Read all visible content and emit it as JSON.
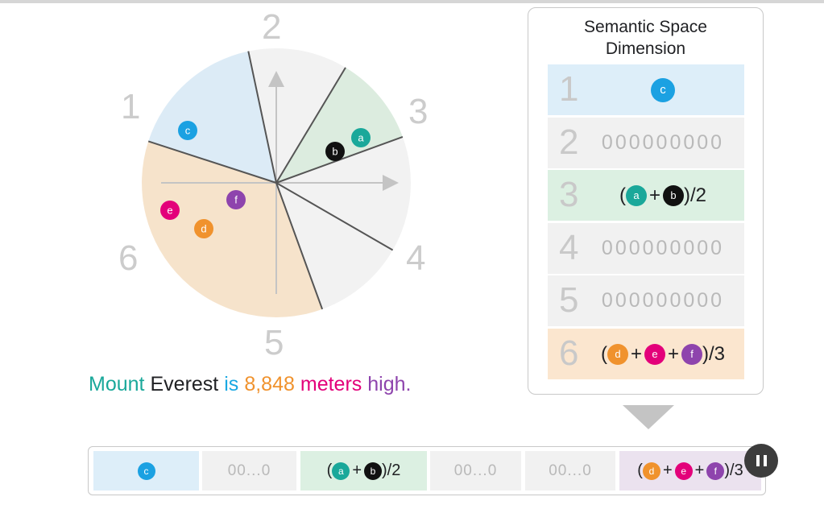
{
  "pie": {
    "sector_numbers": [
      "1",
      "2",
      "3",
      "4",
      "5",
      "6"
    ],
    "sector_colors": {
      "1": "#dcebf6",
      "2": "#f2f2f2",
      "3": "#dcecdf",
      "4": "#f2f2f2",
      "5": "#f2f2f2",
      "6": "#f6e3cb"
    },
    "dots": [
      {
        "label": "c",
        "color": "#1ba1e2"
      },
      {
        "label": "a",
        "color": "#1aa89a"
      },
      {
        "label": "b",
        "color": "#111111"
      },
      {
        "label": "f",
        "color": "#8e44ad"
      },
      {
        "label": "e",
        "color": "#e3007a"
      },
      {
        "label": "d",
        "color": "#f0922d"
      }
    ]
  },
  "sentence": {
    "mount": "Mount",
    "everest": "Everest",
    "is": "is",
    "number": "8,848",
    "meters": "meters",
    "high": "high."
  },
  "table": {
    "title": "Semantic Space\nDimension",
    "rows": [
      {
        "num": "1",
        "bg": "#ddeef9",
        "dot_c": "c"
      },
      {
        "num": "2",
        "bg": "#f1f1f1",
        "zeros": "000000000"
      },
      {
        "num": "3",
        "bg": "#dcf0e2",
        "open": "(",
        "dot_a": "a",
        "plus": "+",
        "dot_b": "b",
        "close": ")",
        "div": "/2"
      },
      {
        "num": "4",
        "bg": "#f1f1f1",
        "zeros": "000000000"
      },
      {
        "num": "5",
        "bg": "#f1f1f1",
        "zeros": "000000000"
      },
      {
        "num": "6",
        "bg": "#fbe6cf",
        "open": "(",
        "dot_d": "d",
        "plus1": "+",
        "dot_e": "e",
        "plus2": "+",
        "dot_f": "f",
        "close": ")",
        "div": "/3"
      }
    ]
  },
  "bar": {
    "cells": [
      {
        "bg": "#ddeef9",
        "dot_c": "c"
      },
      {
        "bg": "#f1f1f1",
        "zeros": "00...0"
      },
      {
        "bg": "#dcf0e2",
        "open": "(",
        "dot_a": "a",
        "plus": "+",
        "dot_b": "b",
        "close": ")",
        "div": "/2"
      },
      {
        "bg": "#f1f1f1",
        "zeros": "00...0"
      },
      {
        "bg": "#f1f1f1",
        "zeros": "00...0"
      },
      {
        "bg": "#ebe2ef",
        "open": "(",
        "dot_d": "d",
        "plus1": "+",
        "dot_e": "e",
        "plus2": "+",
        "dot_f": "f",
        "close": ")",
        "div": "/3"
      }
    ]
  },
  "controls": {
    "pause_icon": "pause-icon"
  },
  "colors": {
    "a": "#1aa89a",
    "b": "#111111",
    "c": "#1ba1e2",
    "d": "#f0922d",
    "e": "#e3007a",
    "f": "#8e44ad"
  }
}
